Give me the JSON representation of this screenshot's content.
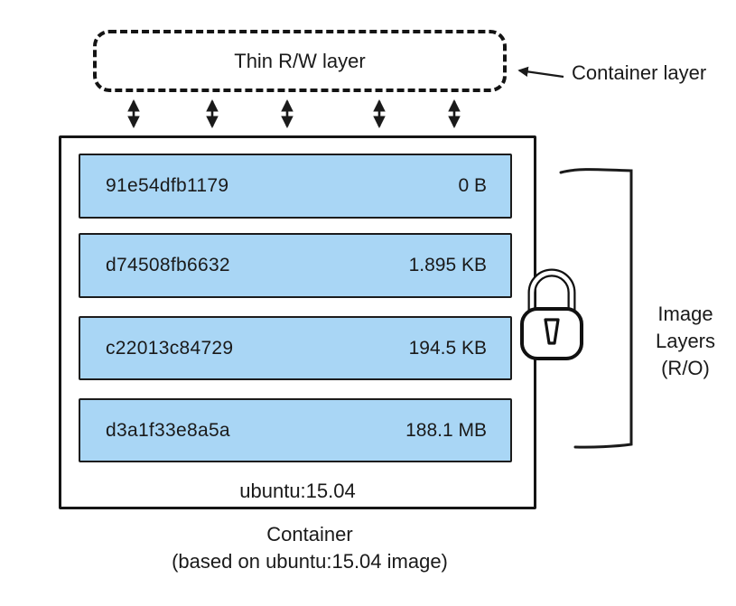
{
  "colors": {
    "layer_fill": "#a9d6f5",
    "line": "#1a1a1a"
  },
  "container_layer": {
    "box_label": "Thin R/W layer",
    "annotation": "Container layer"
  },
  "image_layers": {
    "label_lines": [
      "Image",
      "Layers",
      "(R/O)"
    ],
    "layers": [
      {
        "id": "91e54dfb1179",
        "size": "0 B"
      },
      {
        "id": "d74508fb6632",
        "size": "1.895 KB"
      },
      {
        "id": "c22013c84729",
        "size": "194.5 KB"
      },
      {
        "id": "d3a1f33e8a5a",
        "size": "188.1 MB"
      }
    ]
  },
  "container": {
    "base_image_label": "ubuntu:15.04",
    "caption_line1": "Container",
    "caption_line2": "(based on ubuntu:15.04 image)"
  }
}
